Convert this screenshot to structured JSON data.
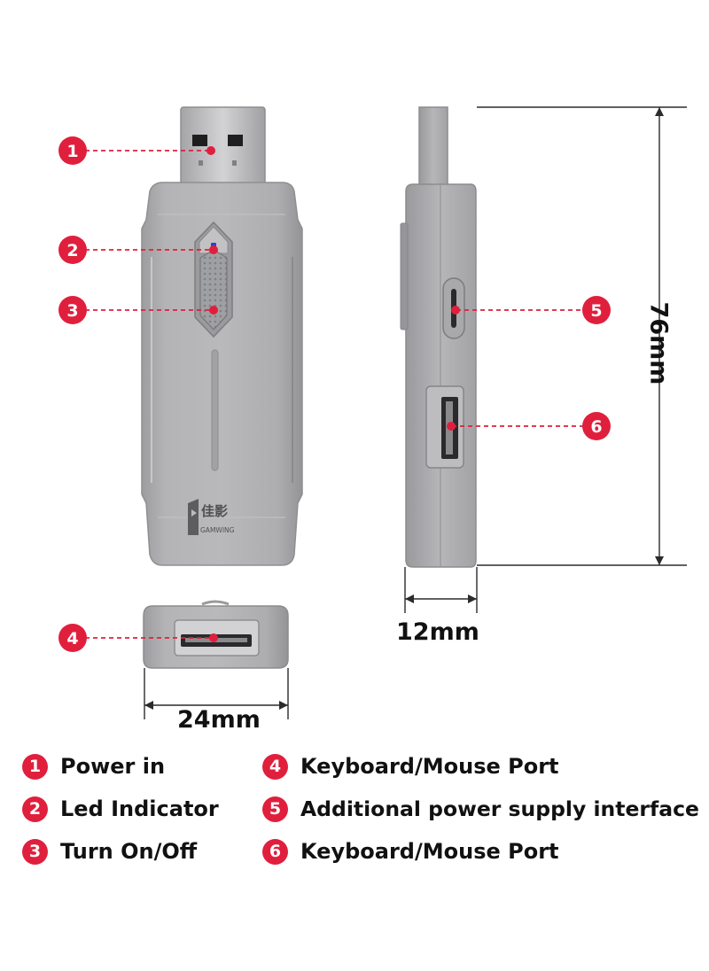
{
  "callouts": [
    "1",
    "2",
    "3",
    "4",
    "5",
    "6"
  ],
  "brand": {
    "chinese": "佳影",
    "english": "GAMWING"
  },
  "dimensions": {
    "width": "24mm",
    "depth": "12mm",
    "height": "76mm"
  },
  "legend": [
    {
      "num": "1",
      "label": "Power in"
    },
    {
      "num": "2",
      "label": "Led Indicator"
    },
    {
      "num": "3",
      "label": "Turn On/Off"
    },
    {
      "num": "4",
      "label": "Keyboard/Mouse Port"
    },
    {
      "num": "5",
      "label": "Additional power supply interface"
    },
    {
      "num": "6",
      "label": "Keyboard/Mouse Port"
    }
  ],
  "colors": {
    "accent": "#e01f3d",
    "body": "#a9a9ab",
    "led": "#3b3bd6"
  }
}
